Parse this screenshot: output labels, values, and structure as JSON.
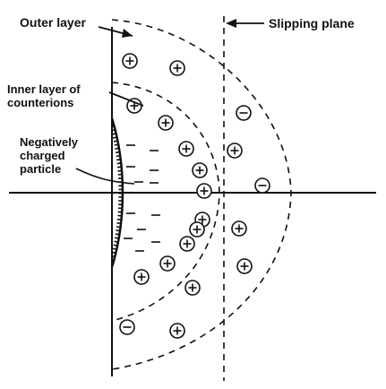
{
  "labels": {
    "outer_layer": "Outer layer",
    "slipping_plane": "Slipping plane",
    "inner_layer_line1": "Inner layer of",
    "inner_layer_line2": "counterions",
    "particle_line1": "Negatively",
    "particle_line2": "charged",
    "particle_line3": "particle"
  },
  "glyphs": {
    "plus": "+",
    "minus": "−"
  },
  "colors": {
    "ink": "#111111",
    "background": "#ffffff"
  }
}
